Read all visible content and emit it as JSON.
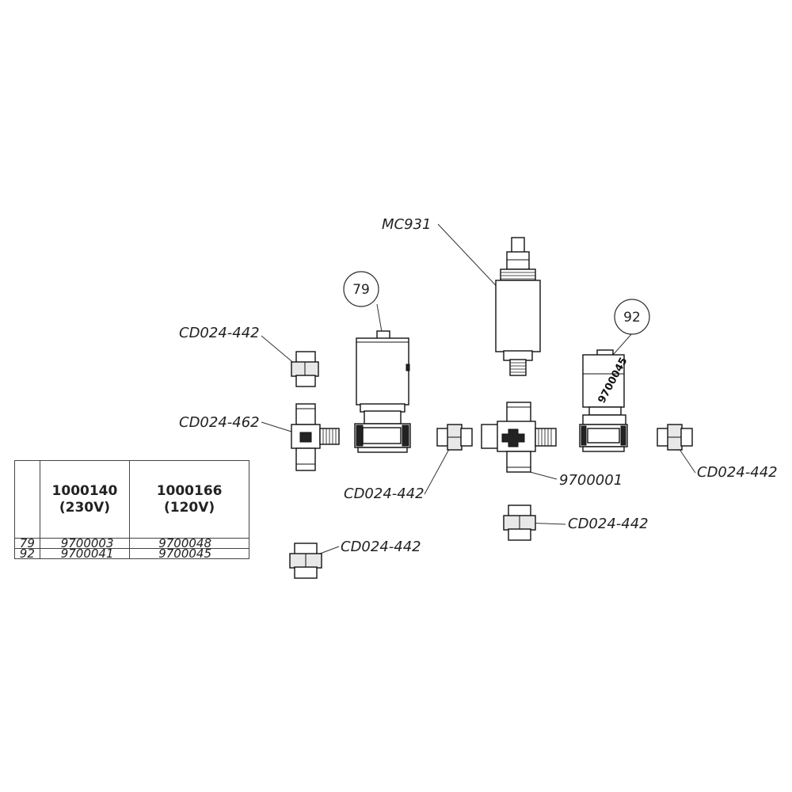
{
  "labels": {
    "mc931": "MC931",
    "bubble_79": "79",
    "bubble_92": "92",
    "cd442_top_left": "CD024-442",
    "cd462": "CD024-462",
    "cd442_center": "CD024-442",
    "part_9700001": "9700001",
    "cd442_right": "CD024-442",
    "cd442_lower_center": "CD024-442",
    "cd442_bottom": "CD024-442",
    "coil_marking": "9700045"
  },
  "bom_table": {
    "headers": [
      {
        "line1": "",
        "line2": ""
      },
      {
        "line1": "1000140",
        "line2": "(230V)"
      },
      {
        "line1": "1000166",
        "line2": "(120V)"
      }
    ],
    "rows": [
      {
        "item": "79",
        "col_230v": "9700003",
        "col_120v": "9700048"
      },
      {
        "item": "92",
        "col_230v": "9700041",
        "col_120v": "9700045"
      }
    ]
  }
}
